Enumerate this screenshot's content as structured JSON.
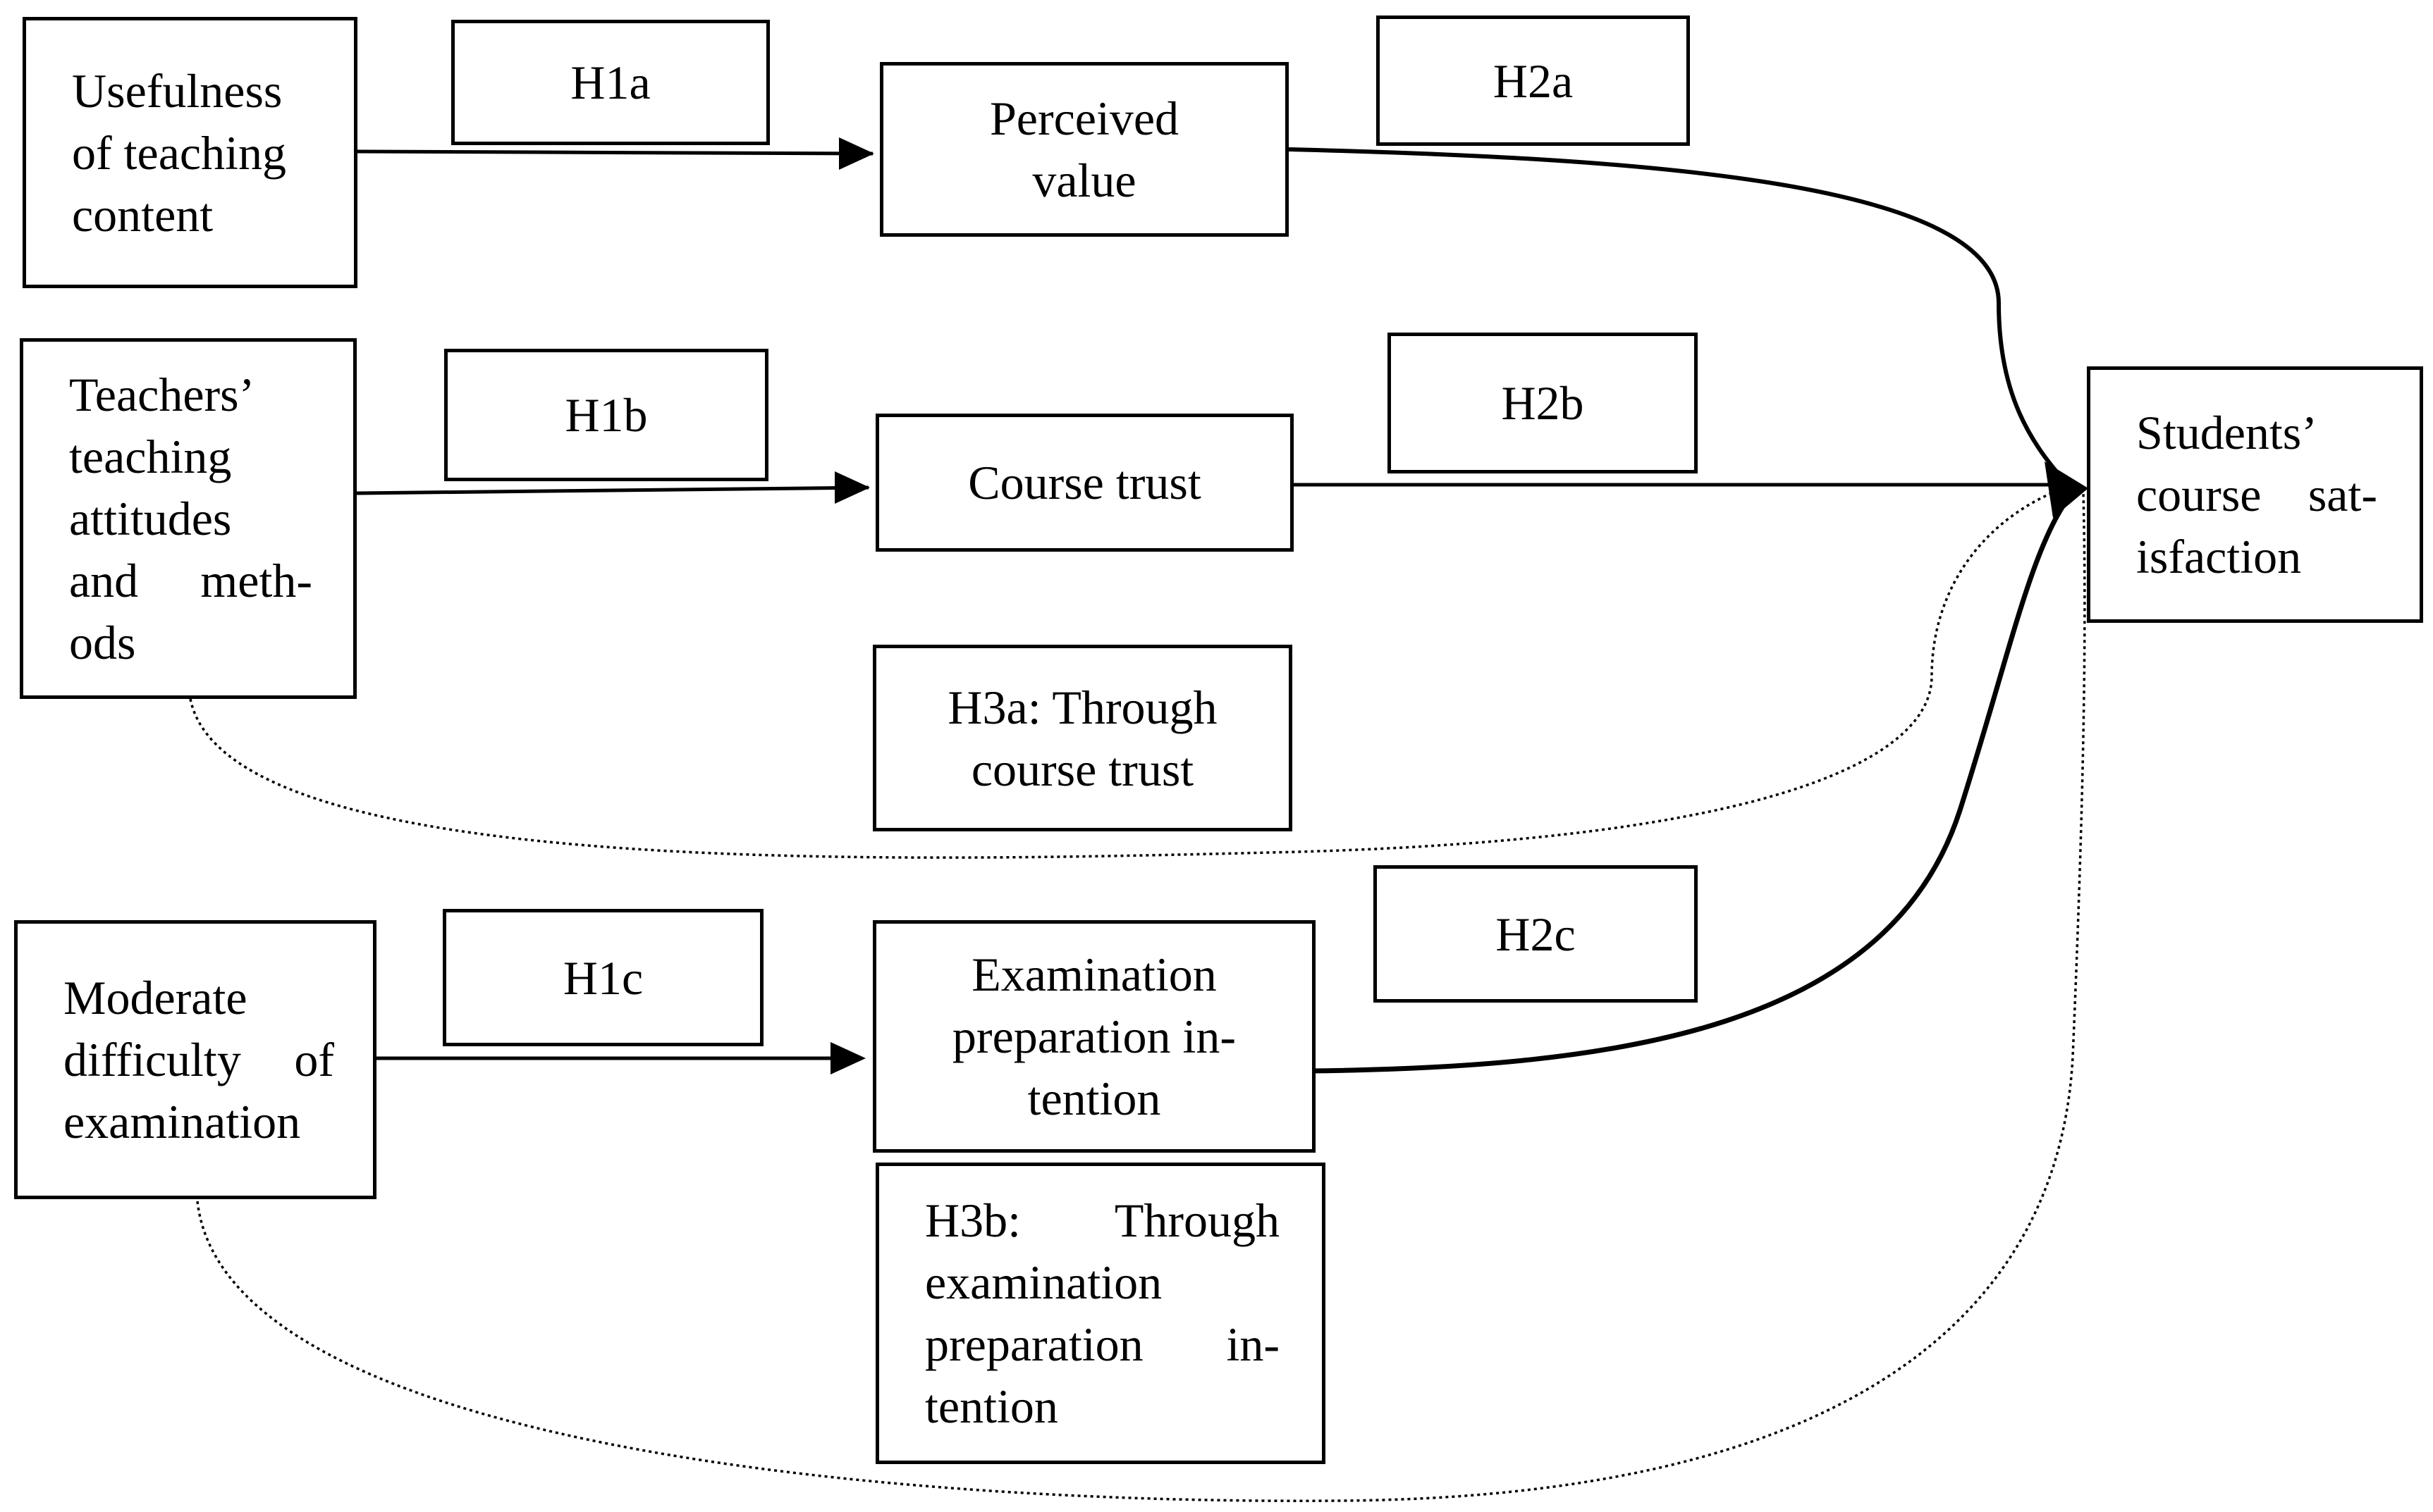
{
  "constructs": {
    "usefulness": "Usefulness of teaching content",
    "attitudes": "Teachers’ teaching attitudes and meth-ods",
    "difficulty": "Moderate difficulty of examination",
    "perceived_value": "Perceived value",
    "course_trust": "Course trust",
    "exam_intention": "Examination preparation in-tention",
    "satisfaction": "Students’ course sat-isfaction"
  },
  "hypotheses": {
    "h1a": "H1a",
    "h1b": "H1b",
    "h1c": "H1c",
    "h2a": "H2a",
    "h2b": "H2b",
    "h2c": "H2c",
    "h3a": "H3a: Through course trust",
    "h3b": "H3b: Through examination preparation in-tention"
  }
}
